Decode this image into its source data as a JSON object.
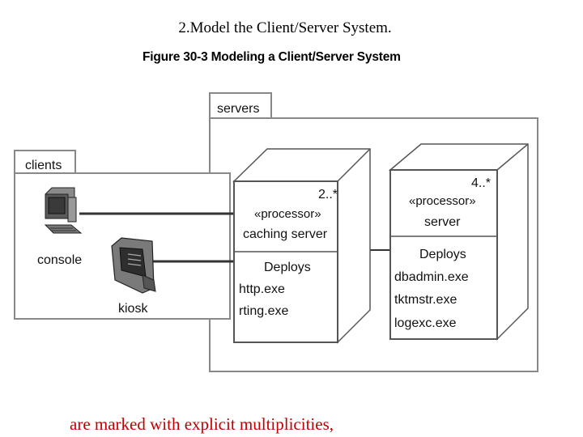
{
  "slide": {
    "title": "2.Model the Client/Server System.",
    "caption": "are marked with explicit multiplicities,"
  },
  "figure": {
    "caption": "Figure 30-3 Modeling a Client/Server System",
    "clients_package": {
      "tab": "clients",
      "devices": [
        {
          "label": "console",
          "icon": "computer-terminal-icon"
        },
        {
          "label": "kiosk",
          "icon": "kiosk-terminal-icon"
        }
      ]
    },
    "servers_package": {
      "tab": "servers",
      "nodes": [
        {
          "multiplicity": "2..*",
          "stereotype": "«processor»",
          "name": "caching server",
          "deploys_label": "Deploys",
          "artifacts": [
            "http.exe",
            "rting.exe"
          ]
        },
        {
          "multiplicity": "4..*",
          "stereotype": "«processor»",
          "name": "server",
          "deploys_label": "Deploys",
          "artifacts": [
            "dbadmin.exe",
            "tktmstr.exe",
            "logexc.exe"
          ]
        }
      ]
    }
  }
}
